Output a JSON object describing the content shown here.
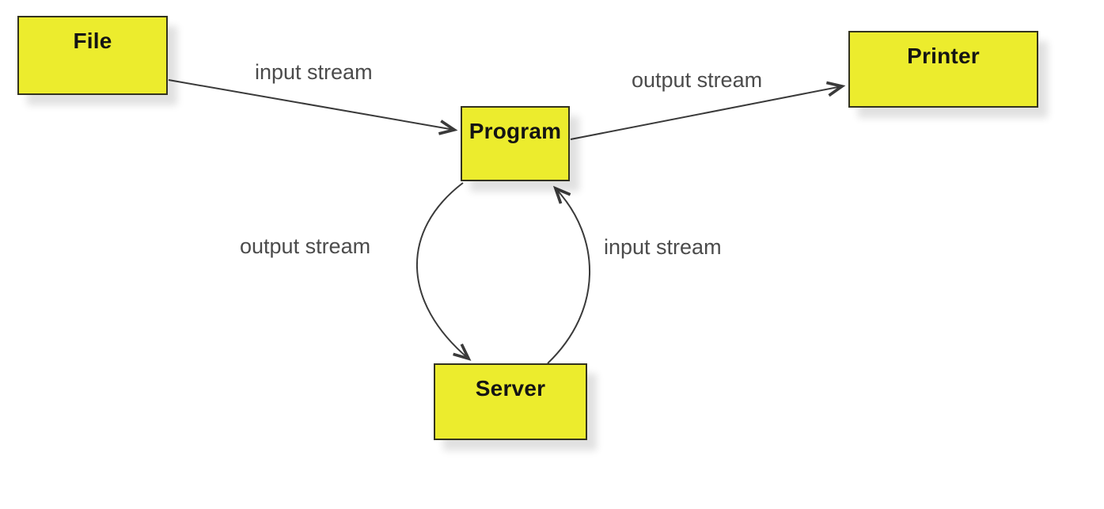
{
  "diagram": {
    "nodes": [
      {
        "id": "file",
        "label": "File"
      },
      {
        "id": "program",
        "label": "Program"
      },
      {
        "id": "printer",
        "label": "Printer"
      },
      {
        "id": "server",
        "label": "Server"
      }
    ],
    "edges": [
      {
        "id": "file-to-program",
        "label": "input stream",
        "from": "File",
        "to": "Program",
        "shape": "straight"
      },
      {
        "id": "program-to-printer",
        "label": "output stream",
        "from": "Program",
        "to": "Printer",
        "shape": "straight"
      },
      {
        "id": "program-to-server",
        "label": "output stream",
        "from": "Program",
        "to": "Server",
        "shape": "curved-left"
      },
      {
        "id": "server-to-program",
        "label": "input stream",
        "from": "Server",
        "to": "Program",
        "shape": "curved-right"
      }
    ],
    "colors": {
      "node_fill": "#ECEC2D",
      "node_border": "#33331F",
      "node_text": "#141414",
      "edge": "#3A3A3A",
      "label_text": "#4B4B4B",
      "background": "#FFFFFF"
    }
  }
}
